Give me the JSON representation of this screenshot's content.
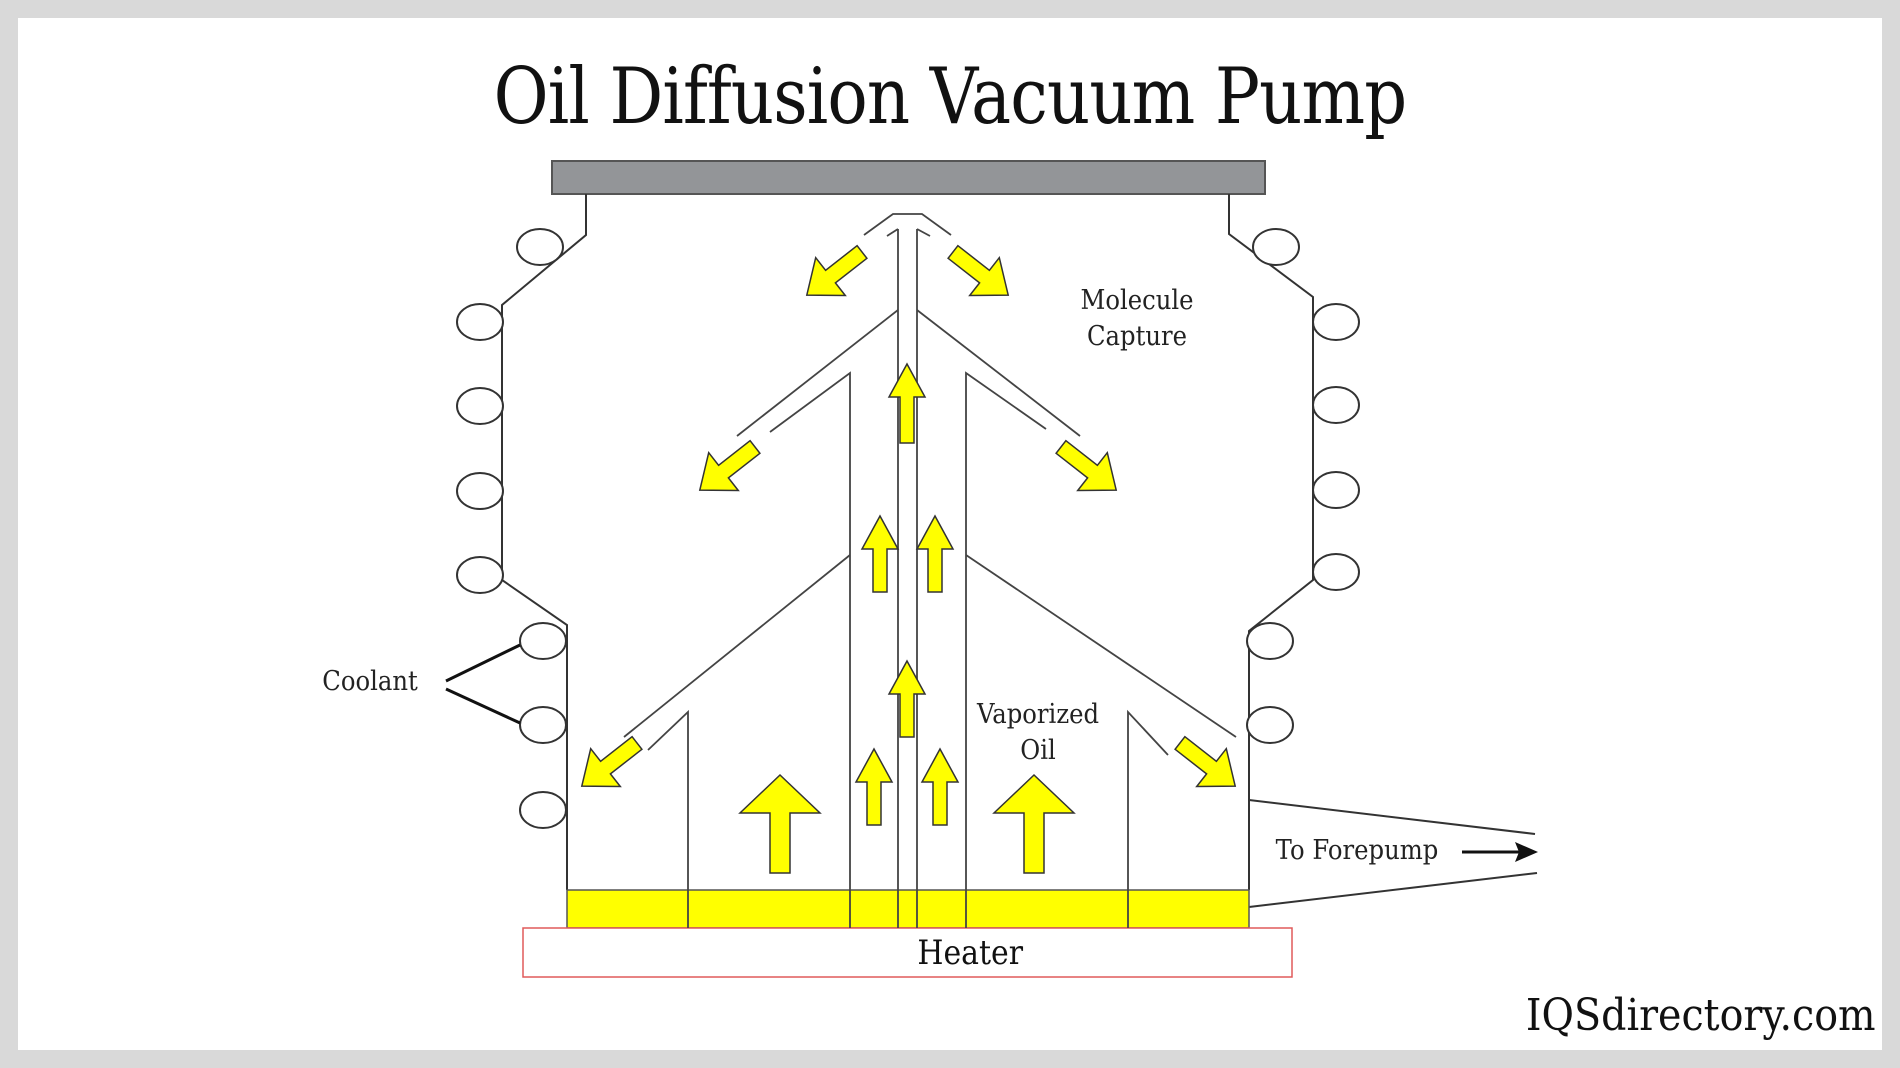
{
  "title": "Oil Diffusion Vacuum Pump",
  "labels": {
    "molecule_capture": [
      "Molecule",
      "Capture"
    ],
    "vaporized_oil": [
      "Vaporized",
      "Oil"
    ],
    "coolant": "Coolant",
    "to_forepump": "To Forepump",
    "heater": "Heater"
  },
  "brand": "IQSdirectory.com",
  "colors": {
    "background": "#d9d9d9",
    "panel": "#ffffff",
    "top_plate": "#939598",
    "oil": "#ffff00",
    "heater_border": "#e05a5a",
    "line": "#333333"
  },
  "icons": {
    "flow_arrow": "vapor-flow-arrow-icon",
    "forepump_arrow": "arrow-right-icon",
    "coil": "coolant-coil-icon"
  }
}
